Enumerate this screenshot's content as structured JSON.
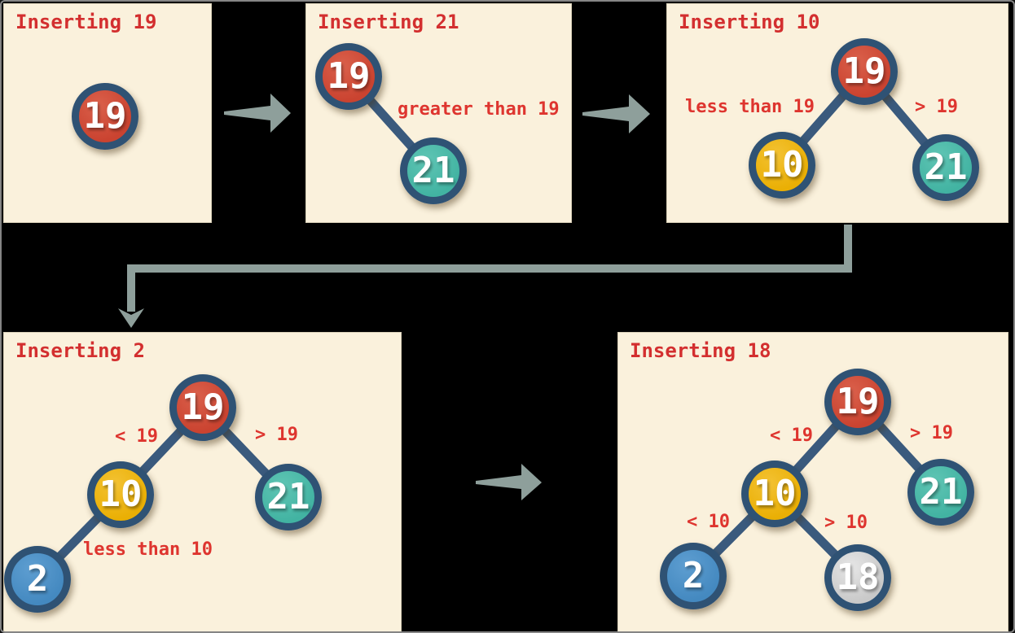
{
  "panels": [
    {
      "title": "Inserting 19",
      "nodes": [
        {
          "value": "19",
          "color": "red"
        }
      ],
      "labels": []
    },
    {
      "title": "Inserting 21",
      "nodes": [
        {
          "value": "19",
          "color": "red"
        },
        {
          "value": "21",
          "color": "teal"
        }
      ],
      "labels": [
        {
          "text": "greater than 19"
        }
      ]
    },
    {
      "title": "Inserting 10",
      "nodes": [
        {
          "value": "19",
          "color": "red"
        },
        {
          "value": "10",
          "color": "yellow"
        },
        {
          "value": "21",
          "color": "teal"
        }
      ],
      "labels": [
        {
          "text": "less than 19"
        },
        {
          "text": "> 19"
        }
      ]
    },
    {
      "title": "Inserting 2",
      "nodes": [
        {
          "value": "19",
          "color": "red"
        },
        {
          "value": "10",
          "color": "yellow"
        },
        {
          "value": "21",
          "color": "teal"
        },
        {
          "value": "2",
          "color": "blue"
        }
      ],
      "labels": [
        {
          "text": "< 19"
        },
        {
          "text": "> 19"
        },
        {
          "text": "less than 10"
        }
      ]
    },
    {
      "title": "Inserting 18",
      "nodes": [
        {
          "value": "19",
          "color": "red"
        },
        {
          "value": "10",
          "color": "yellow"
        },
        {
          "value": "21",
          "color": "teal"
        },
        {
          "value": "2",
          "color": "blue"
        },
        {
          "value": "18",
          "color": "gray"
        }
      ],
      "labels": [
        {
          "text": "< 19"
        },
        {
          "text": "> 19"
        },
        {
          "text": "< 10"
        },
        {
          "text": "> 10"
        }
      ]
    }
  ],
  "theme": {
    "canvas_background": "#000000",
    "panel_background": "#faf1dc",
    "title_color": "#d32f2f",
    "label_color": "#de352f",
    "edge_color": "#3a5a7d",
    "node_ring_color": "#2f5274",
    "node_text_color": "#ffffff",
    "flow_arrow_color": "#8e9f9b",
    "node_colors": {
      "red": "#cd4a35",
      "teal": "#49b9a9",
      "yellow": "#ecb20b",
      "blue": "#4a90c8",
      "gray": "#d2d2d2"
    }
  }
}
